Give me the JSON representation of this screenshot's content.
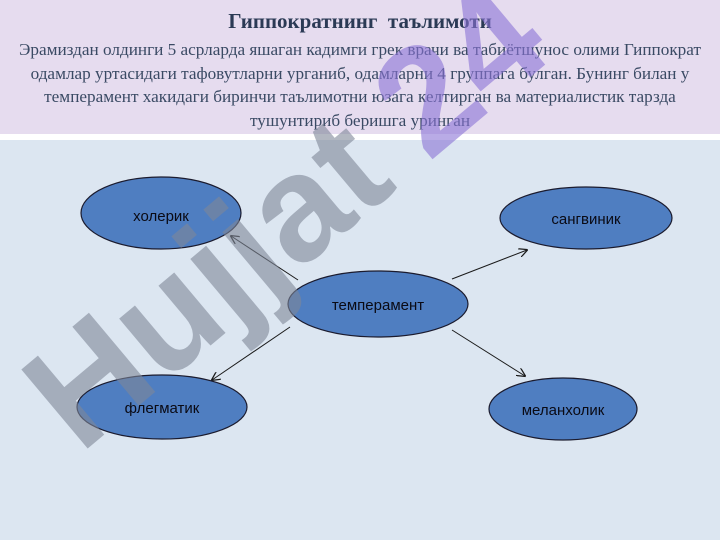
{
  "slide": {
    "title": "Гиппократнинг  таълимоти",
    "description": "Эрамиздан олдинги 5 асрларда яшаган кадимги грек врачи ва табиётшунос олими Гиппократ одамлар уртасидаги тафовутларни урганиб, одамларни 4 группага булган. Бунинг билан у темперамент хакидаги биринчи таълимотни юзага келтирган ва материалистик тарзда тушунтириб беришга уринган"
  },
  "diagram": {
    "center": "темперамент",
    "nodes": {
      "choleric": "холерик",
      "sanguine": "сангвиник",
      "phlegmatic": "флегматик",
      "melancholic": "меланхолик"
    }
  },
  "watermark": {
    "text_1": "Hujjat",
    "text_2": "24"
  },
  "colors": {
    "node_fill": "#4f7ec1",
    "node_stroke": "#1b1b2e",
    "header_bg": "#e6dcef",
    "content_bg": "#dce6f1",
    "title_color": "#2b3a55",
    "watermark_gray": "#7f8797",
    "watermark_purple": "#8a73d6"
  }
}
